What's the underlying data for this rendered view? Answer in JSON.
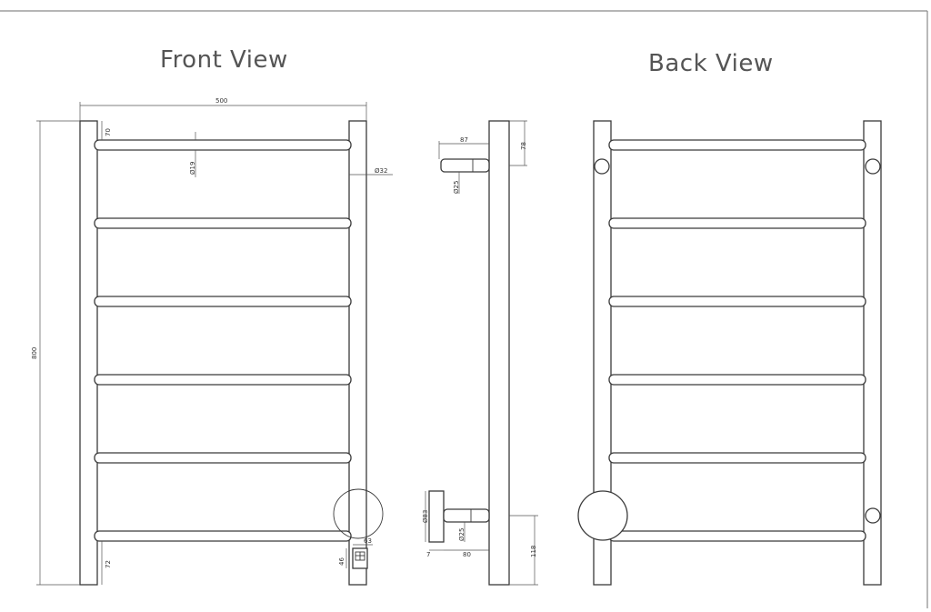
{
  "titles": {
    "front": "Front View",
    "back": "Back View"
  },
  "dimensions": {
    "overall_width": "500",
    "overall_height": "800",
    "top_offset": "70",
    "bar_diameter": "Ø19",
    "rail_diameter": "Ø32",
    "bottom_offset": "72",
    "control_box_width": "63",
    "control_box_height": "46",
    "side_top_depth": "87",
    "side_top_height": "78",
    "side_top_bracket_diameter": "Ø25",
    "side_bottom_plate_diameter": "Ø83",
    "side_bottom_bracket_diameter": "Ø25",
    "side_bottom_plate_thickness": "7",
    "side_bottom_depth": "80",
    "side_bottom_height": "118"
  }
}
